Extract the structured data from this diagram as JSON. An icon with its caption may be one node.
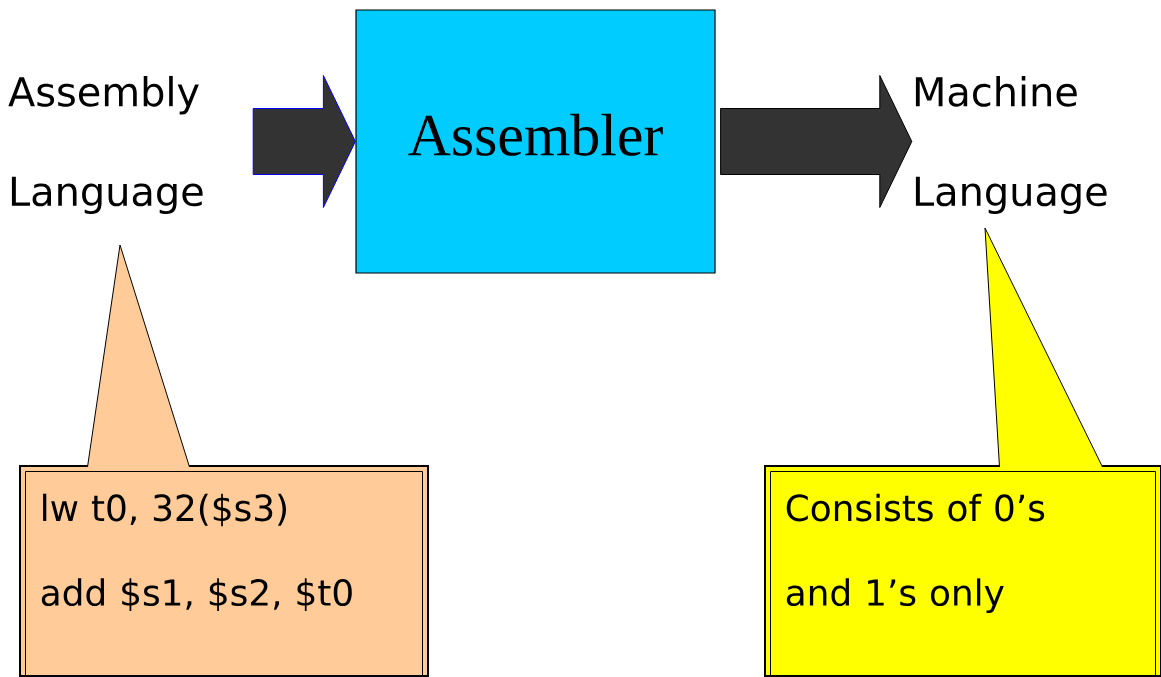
{
  "diagram": {
    "nodes": [
      {
        "text": [
          "Assembly Language"
        ]
      },
      {
        "text": [
          "Assembler"
        ]
      },
      {
        "text": [
          "Machine Language"
        ]
      },
      {
        "text": [
          "lw t0, 32($s3)",
          "add $s1, $s2, $t0"
        ]
      },
      {
        "text": [
          "Consists of 0’s and 1’s only"
        ]
      }
    ],
    "edges": [
      {
        "from": 0,
        "to": 1,
        "arrow": "to",
        "color": "#0000ff"
      },
      {
        "from": 1,
        "to": 2,
        "arrow": "to"
      }
    ]
  }
}
